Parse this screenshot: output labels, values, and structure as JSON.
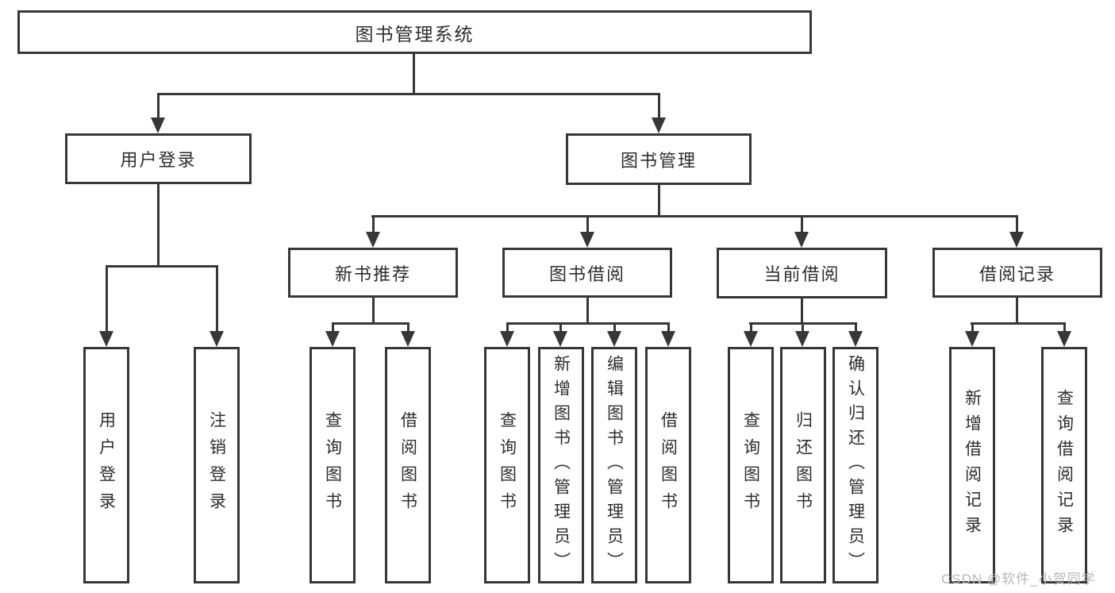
{
  "nodes": {
    "root": {
      "label": "图书管理系统"
    },
    "user_login": {
      "label": "用户登录"
    },
    "book_mgmt": {
      "label": "图书管理"
    },
    "new_book_rec": {
      "label": "新书推荐"
    },
    "book_borrow": {
      "label": "图书借阅"
    },
    "current_borrow": {
      "label": "当前借阅"
    },
    "borrow_records": {
      "label": "借阅记录"
    },
    "leaf_user_login": {
      "label": "用户登录"
    },
    "leaf_logout": {
      "label": "注销登录"
    },
    "leaf_rec_query": {
      "label": "查询图书"
    },
    "leaf_rec_borrow": {
      "label": "借阅图书"
    },
    "leaf_bb_query": {
      "label": "查询图书"
    },
    "leaf_bb_add": {
      "label": "新增图书（管理员）"
    },
    "leaf_bb_edit": {
      "label": "编辑图书（管理员）"
    },
    "leaf_bb_borrow": {
      "label": "借阅图书"
    },
    "leaf_cb_query": {
      "label": "查询图书"
    },
    "leaf_cb_return": {
      "label": "归还图书"
    },
    "leaf_cb_confirm": {
      "label": "确认归还（管理员）"
    },
    "leaf_br_add": {
      "label": "新增借阅记录"
    },
    "leaf_br_query": {
      "label": "查询借阅记录"
    }
  },
  "hierarchy": {
    "root": [
      "user_login",
      "book_mgmt"
    ],
    "user_login": [
      "leaf_user_login",
      "leaf_logout"
    ],
    "book_mgmt": [
      "new_book_rec",
      "book_borrow",
      "current_borrow",
      "borrow_records"
    ],
    "new_book_rec": [
      "leaf_rec_query",
      "leaf_rec_borrow"
    ],
    "book_borrow": [
      "leaf_bb_query",
      "leaf_bb_add",
      "leaf_bb_edit",
      "leaf_bb_borrow"
    ],
    "current_borrow": [
      "leaf_cb_query",
      "leaf_cb_return",
      "leaf_cb_confirm"
    ],
    "borrow_records": [
      "leaf_br_add",
      "leaf_br_query"
    ]
  },
  "colors": {
    "line": "#373737",
    "text": "#2d2d2d",
    "watermark_text": "#b7b7b7",
    "background": "#ffffff"
  },
  "watermark": {
    "text": "CSDN @软件_小贺同学"
  }
}
